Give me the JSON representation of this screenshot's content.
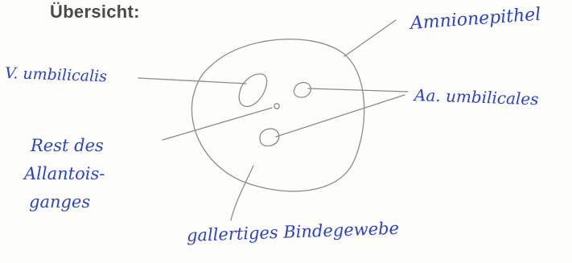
{
  "title": "Übersicht:",
  "labels": {
    "amnionepithel": "Amnionepithel",
    "v_umbilicalis": "V. umbilicalis",
    "aa_umbilicales": "Aa. umbilicales",
    "rest_line1": "Rest des",
    "rest_line2": "Allantois-",
    "rest_line3": "ganges",
    "gallertiges": "gallertiges Bindegewebe"
  },
  "colors": {
    "ink_blue": "#2b43c9",
    "pencil": "#8b8b8b",
    "title_gray": "#4a4a4a"
  }
}
